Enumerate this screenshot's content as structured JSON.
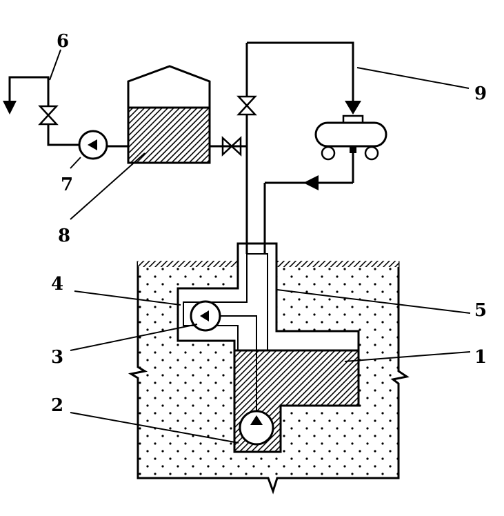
{
  "labels": {
    "l1": "1",
    "l2": "2",
    "l3": "3",
    "l4": "4",
    "l5": "5",
    "l6": "6",
    "l7": "7",
    "l8": "8",
    "l9": "9"
  },
  "colors": {
    "line": "#000000",
    "hatch_fill": "#555555",
    "soil_dots": "#000000",
    "background": "#ffffff"
  },
  "icons": [
    "pump-icon",
    "valve-icon",
    "compressor-icon",
    "tank-icon",
    "flow-arrow-icon"
  ]
}
